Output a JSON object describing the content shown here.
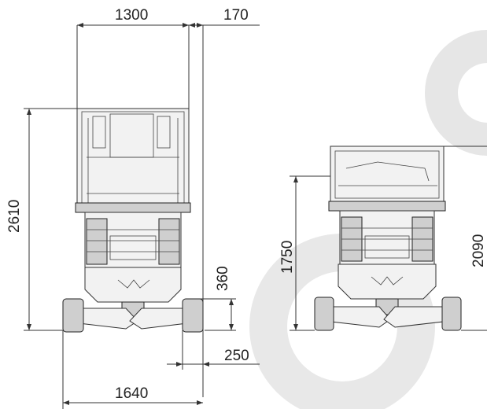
{
  "drawing": {
    "left_view": {
      "width_top": "1300",
      "offset_top": "170",
      "height_total": "2610",
      "deck_height": "360",
      "wheel_offset": "250",
      "width_bottom": "1640"
    },
    "right_view": {
      "height_lowered": "1750",
      "height_guardrail": "2090"
    }
  }
}
